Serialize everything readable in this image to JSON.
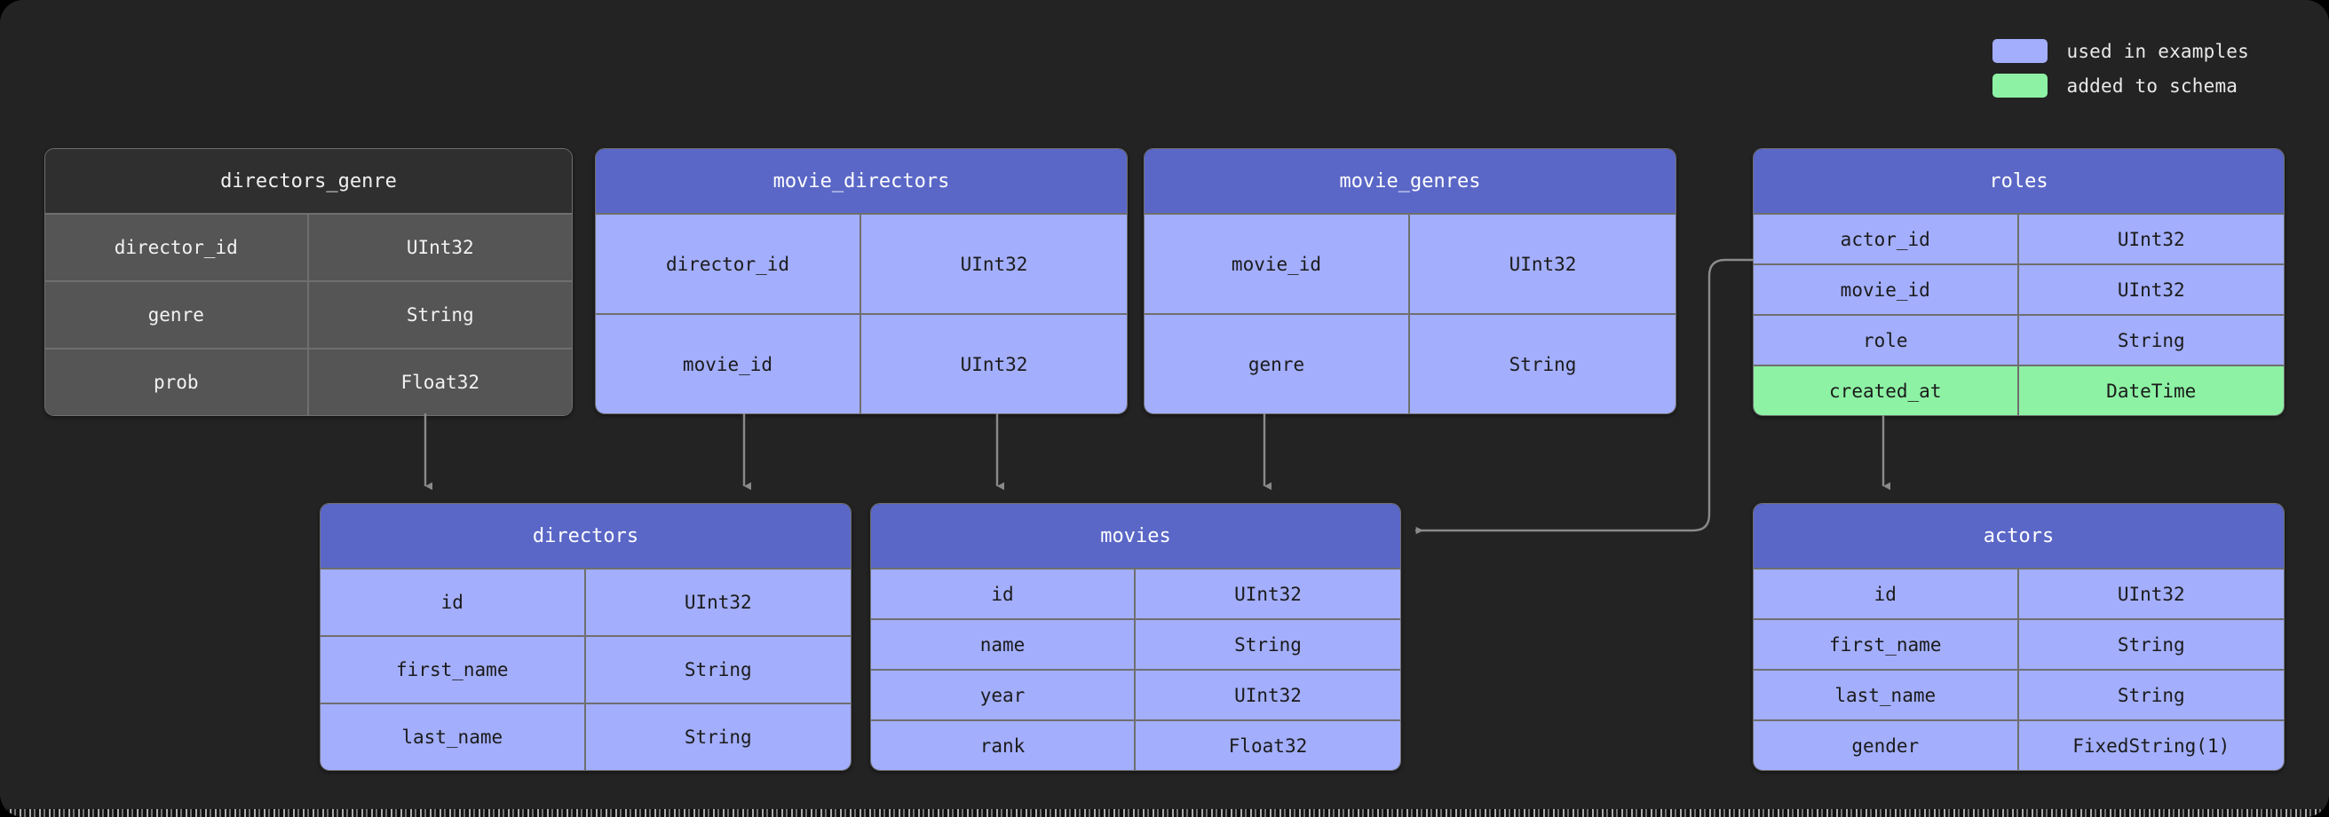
{
  "legend": {
    "items": [
      {
        "label": "used in examples",
        "color": "#a3aefc",
        "icon": "legend-swatch-blue"
      },
      {
        "label": "added to schema",
        "color": "#8df2a4",
        "icon": "legend-swatch-green"
      }
    ]
  },
  "colors": {
    "background": "#232323",
    "blue_header": "#5a67c7",
    "blue_body": "#a3aefc",
    "grey_header": "#2f2f2f",
    "grey_body": "#555555",
    "green_added": "#8df2a4",
    "border": "#6f6f6f",
    "connector": "#8a8a8a"
  },
  "tables": [
    {
      "name": "directors_genre",
      "theme": "grey",
      "rows": [
        {
          "column": "director_id",
          "type": "UInt32",
          "state": "normal"
        },
        {
          "column": "genre",
          "type": "String",
          "state": "normal"
        },
        {
          "column": "prob",
          "type": "Float32",
          "state": "normal"
        }
      ]
    },
    {
      "name": "movie_directors",
      "theme": "blue",
      "rows": [
        {
          "column": "director_id",
          "type": "UInt32",
          "state": "normal"
        },
        {
          "column": "movie_id",
          "type": "UInt32",
          "state": "normal"
        }
      ]
    },
    {
      "name": "movie_genres",
      "theme": "blue",
      "rows": [
        {
          "column": "movie_id",
          "type": "UInt32",
          "state": "normal"
        },
        {
          "column": "genre",
          "type": "String",
          "state": "normal"
        }
      ]
    },
    {
      "name": "roles",
      "theme": "blue",
      "rows": [
        {
          "column": "actor_id",
          "type": "UInt32",
          "state": "normal"
        },
        {
          "column": "movie_id",
          "type": "UInt32",
          "state": "normal"
        },
        {
          "column": "role",
          "type": "String",
          "state": "normal"
        },
        {
          "column": "created_at",
          "type": "DateTime",
          "state": "added"
        }
      ]
    },
    {
      "name": "directors",
      "theme": "blue",
      "rows": [
        {
          "column": "id",
          "type": "UInt32",
          "state": "normal"
        },
        {
          "column": "first_name",
          "type": "String",
          "state": "normal"
        },
        {
          "column": "last_name",
          "type": "String",
          "state": "normal"
        }
      ]
    },
    {
      "name": "movies",
      "theme": "blue",
      "rows": [
        {
          "column": "id",
          "type": "UInt32",
          "state": "normal"
        },
        {
          "column": "name",
          "type": "String",
          "state": "normal"
        },
        {
          "column": "year",
          "type": "UInt32",
          "state": "normal"
        },
        {
          "column": "rank",
          "type": "Float32",
          "state": "normal"
        }
      ]
    },
    {
      "name": "actors",
      "theme": "blue",
      "rows": [
        {
          "column": "id",
          "type": "UInt32",
          "state": "normal"
        },
        {
          "column": "first_name",
          "type": "String",
          "state": "normal"
        },
        {
          "column": "last_name",
          "type": "String",
          "state": "normal"
        },
        {
          "column": "gender",
          "type": "FixedString(1)",
          "state": "normal"
        }
      ]
    }
  ],
  "relationships": [
    {
      "from": "directors_genre",
      "to": "directors"
    },
    {
      "from": "movie_directors",
      "to": "directors"
    },
    {
      "from": "movie_directors",
      "to": "movies"
    },
    {
      "from": "movie_genres",
      "to": "movies"
    },
    {
      "from": "roles",
      "to": "movies"
    },
    {
      "from": "roles",
      "to": "actors"
    }
  ]
}
